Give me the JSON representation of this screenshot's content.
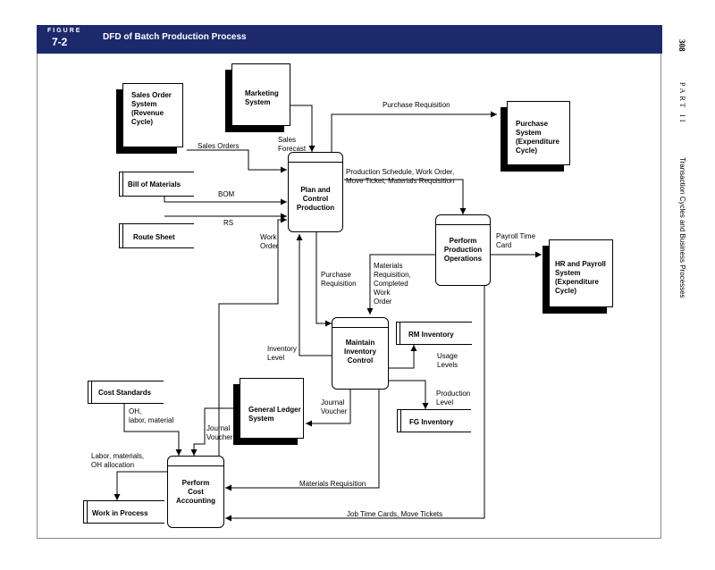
{
  "figure": {
    "word": "FIGURE",
    "number": "7-2",
    "title": "DFD of Batch Production Process"
  },
  "side": {
    "page_number": "308",
    "part": "PART II",
    "section": "Transaction Cycles and Business Processes"
  },
  "entities": {
    "sales_order": "Sales Order\nSystem\n(Revenue\nCycle)",
    "marketing": "Marketing\nSystem",
    "purchase": "Purchase\nSystem\n(Expenditure\nCycle)",
    "hr_payroll": "HR and Payroll\nSystem\n(Expenditure\nCycle)",
    "general_ledger": "General Ledger\nSystem"
  },
  "processes": {
    "plan": "Plan and\nControl\nProduction",
    "perform_ops": "Perform\nProduction\nOperations",
    "maintain_inv": "Maintain\nInventory\nControl",
    "cost_acct": "Perform\nCost\nAccounting"
  },
  "stores": {
    "bom": "Bill of Materials",
    "route": "Route Sheet",
    "rm": "RM Inventory",
    "fg": "FG Inventory",
    "cost_std": "Cost Standards",
    "wip": "Work in Process"
  },
  "flows": {
    "sales_orders": "Sales Orders",
    "sales_forecast": "Sales\nForecast",
    "purchase_req_top": "Purchase Requisition",
    "prod_schedule": "Production Schedule, Work Order,\nMove Ticket, Materials Requisition",
    "bom": "BOM",
    "rs": "RS",
    "work_order": "Work\nOrder",
    "purchase_req_mid": "Purchase\nRequisition",
    "payroll_time_card": "Payroll Time\nCard",
    "mat_req_completed": "Materials\nRequisition,\nCompleted\nWork\nOrder",
    "inventory_level": "Inventory\nLevel",
    "usage_levels": "Usage\nLevels",
    "production_level": "Production\nLevel",
    "journal_voucher_right": "Journal\nVoucher",
    "journal_voucher_left": "Journal\nVoucher",
    "oh_labor_material": "OH,\nlabor, material",
    "labor_oh_alloc": "Labor, materials,\nOH allocation",
    "materials_requisition": "Materials Requisition",
    "job_time_cards": "Job Time Cards, Move Tickets"
  }
}
